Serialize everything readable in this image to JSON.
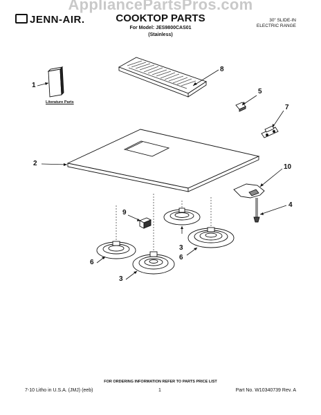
{
  "watermark": "AppliancePartsPros.com",
  "header": {
    "brand": "JENN-AIR.",
    "title": "COOKTOP PARTS",
    "model": "For Model: JES9800CAS01",
    "finish": "(Stainless)",
    "type_line1": "30\" SLIDE-IN",
    "type_line2": "ELECTRIC RANGE"
  },
  "labels": {
    "l1": "1",
    "l2": "2",
    "l3a": "3",
    "l3b": "3",
    "l4": "4",
    "l5": "5",
    "l6a": "6",
    "l6b": "6",
    "l7": "7",
    "l8": "8",
    "l9": "9",
    "l10": "10"
  },
  "literature": "Literature Parts",
  "footer": {
    "ordering": "FOR ORDERING INFORMATION REFER TO PARTS PRICE LIST",
    "litho": "7-10 Litho in U.S.A. (JMJ) (eeb)",
    "page": "1",
    "part_no": "Part No. W10340739 Rev. A"
  }
}
